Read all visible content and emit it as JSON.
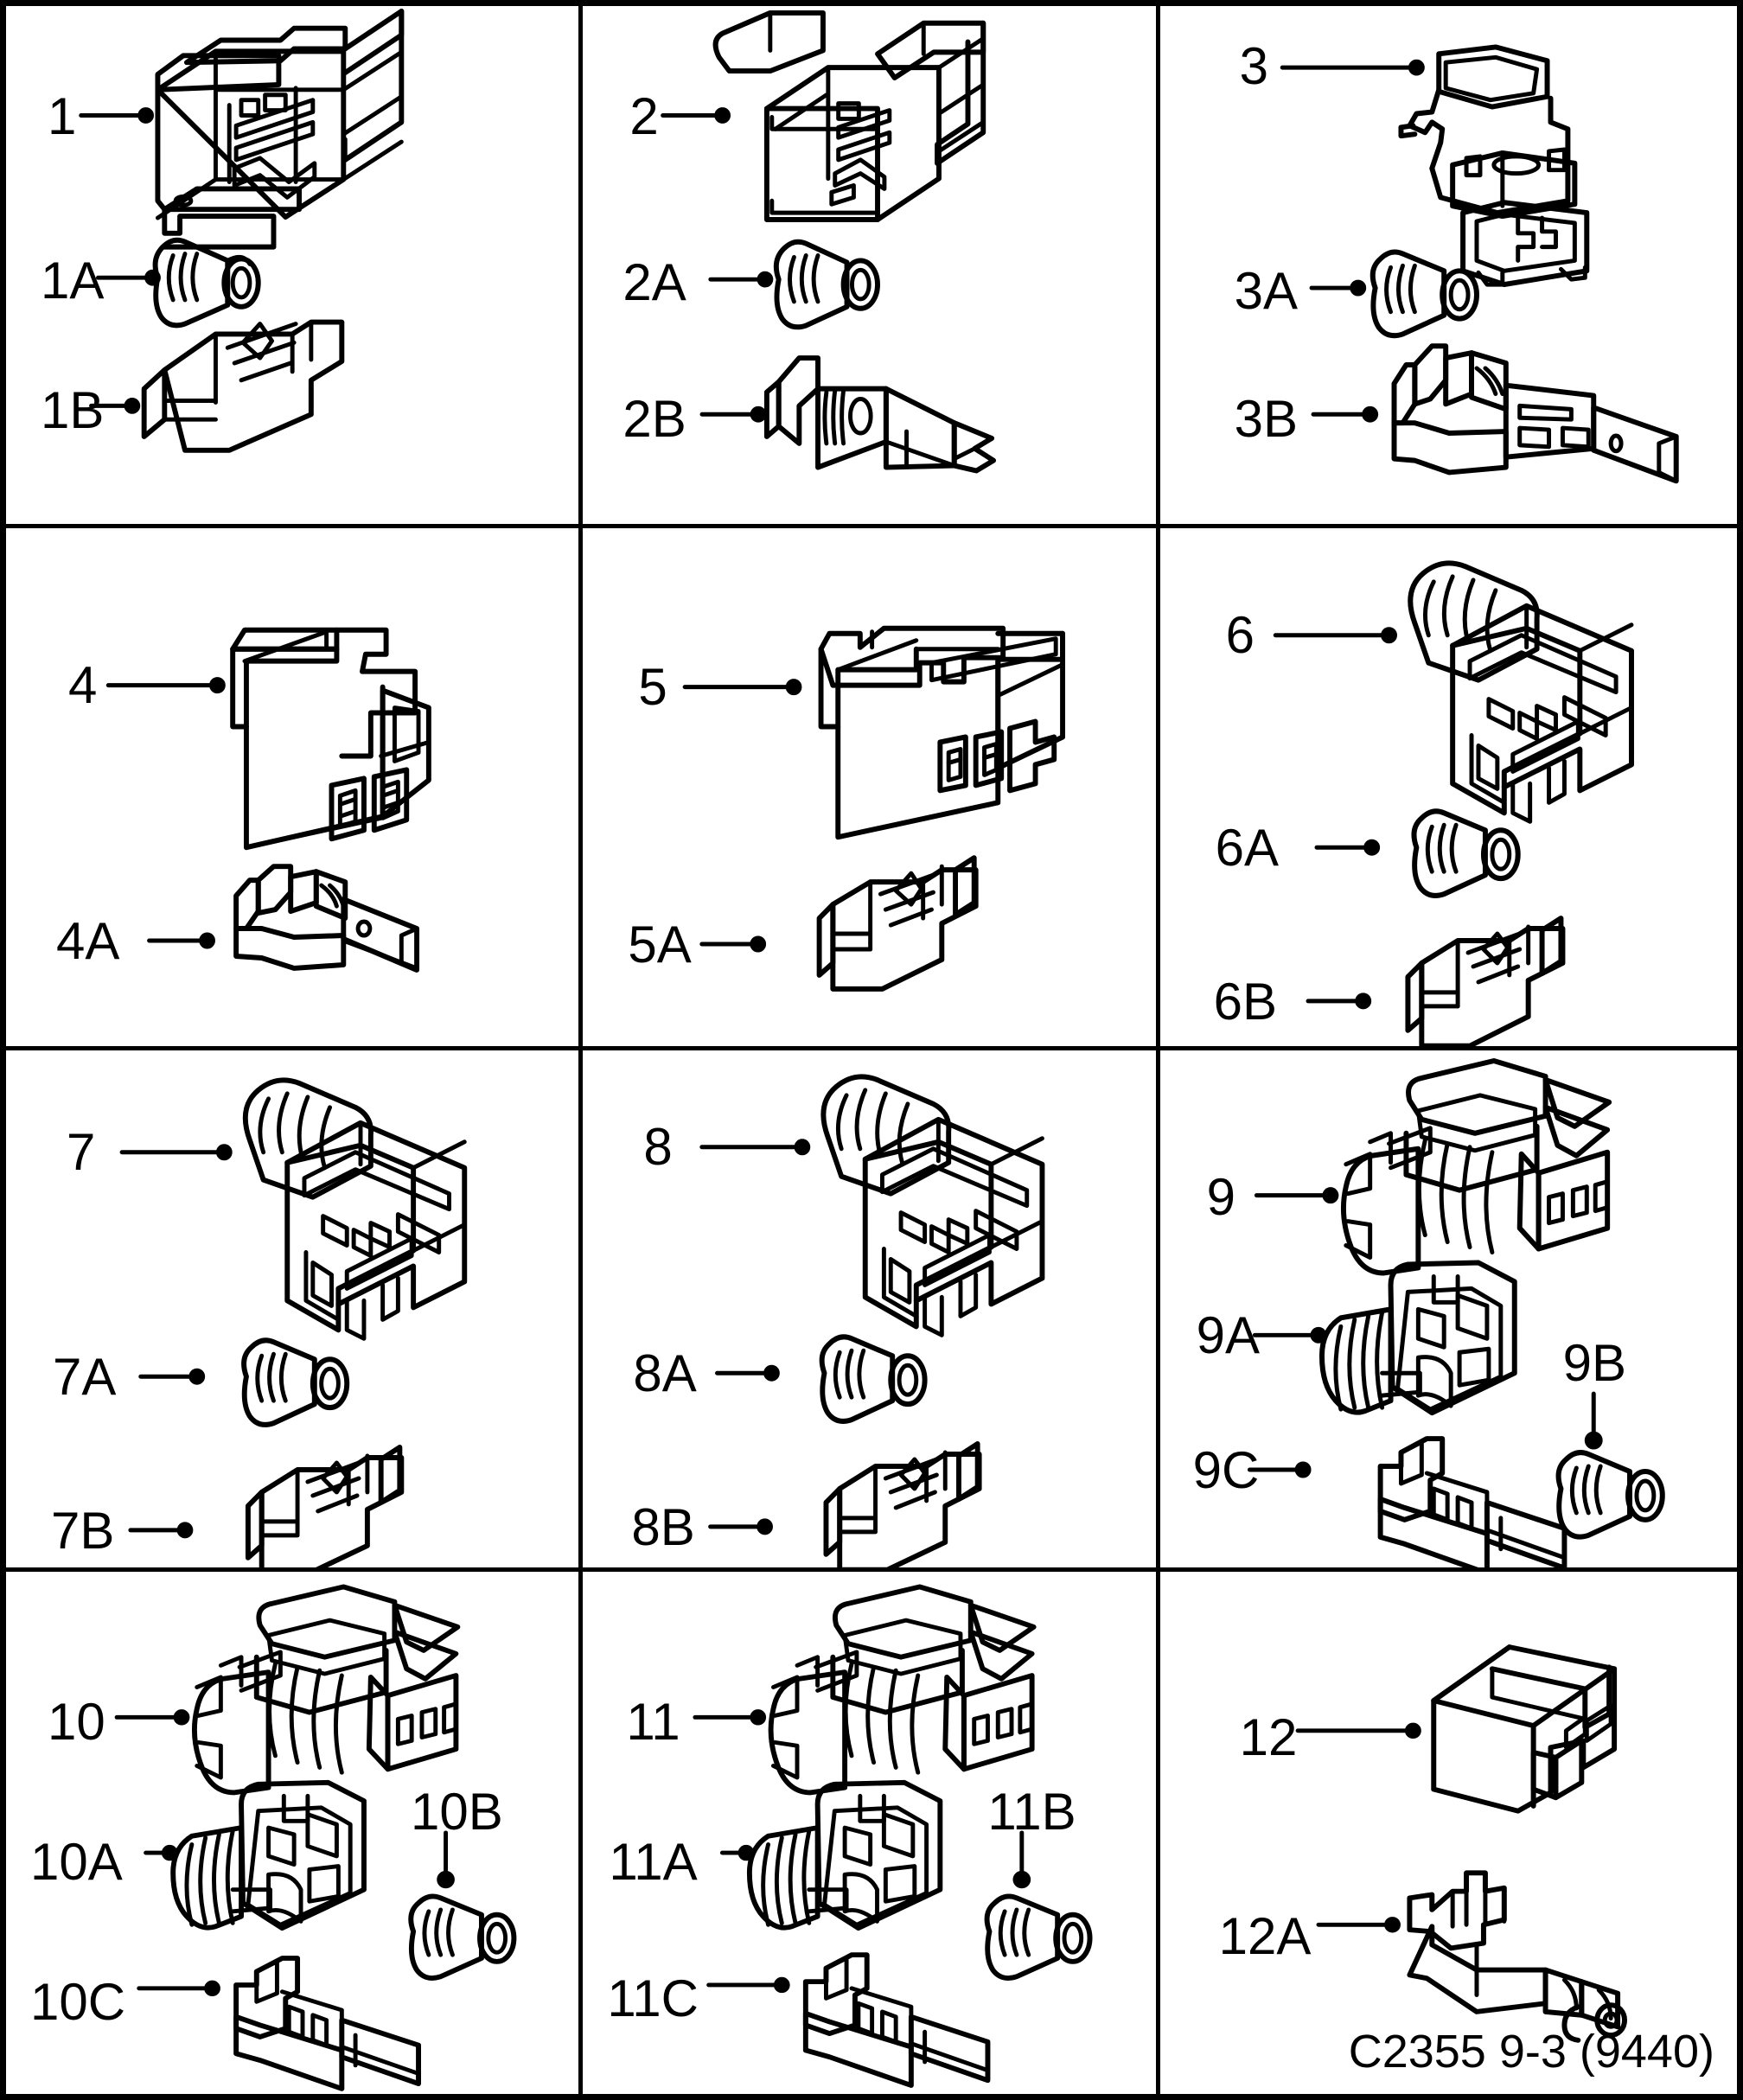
{
  "document": {
    "type": "exploded-parts-diagram",
    "subject": "electrical connectors and terminals",
    "caption": "C2355 9-3 (9440)"
  },
  "panels": [
    {
      "id": "panel-1",
      "row": 1,
      "col": 1,
      "items": [
        {
          "label": "1",
          "name": "connector-housing-multi-way",
          "leader": "horizontal"
        },
        {
          "label": "1A",
          "name": "cable-seal-grommet",
          "leader": "horizontal"
        },
        {
          "label": "1B",
          "name": "terminal-contact",
          "leader": "horizontal"
        }
      ]
    },
    {
      "id": "panel-2",
      "row": 1,
      "col": 2,
      "items": [
        {
          "label": "2",
          "name": "connector-housing-multi-way",
          "leader": "horizontal"
        },
        {
          "label": "2A",
          "name": "cable-seal-grommet",
          "leader": "horizontal"
        },
        {
          "label": "2B",
          "name": "terminal-blade-contact",
          "leader": "horizontal"
        }
      ]
    },
    {
      "id": "panel-3",
      "row": 1,
      "col": 3,
      "items": [
        {
          "label": "3",
          "name": "connector-housing-2-way",
          "leader": "horizontal"
        },
        {
          "label": "3A",
          "name": "cable-seal-grommet",
          "leader": "horizontal"
        },
        {
          "label": "3B",
          "name": "terminal-flat-contact",
          "leader": "horizontal"
        }
      ]
    },
    {
      "id": "panel-4",
      "row": 2,
      "col": 1,
      "items": [
        {
          "label": "4",
          "name": "connector-housing-2-way",
          "leader": "horizontal"
        },
        {
          "label": "4A",
          "name": "terminal-small-contact",
          "leader": "horizontal"
        }
      ]
    },
    {
      "id": "panel-5",
      "row": 2,
      "col": 2,
      "items": [
        {
          "label": "5",
          "name": "connector-housing-3-way",
          "leader": "horizontal"
        },
        {
          "label": "5A",
          "name": "terminal-contact",
          "leader": "horizontal"
        }
      ]
    },
    {
      "id": "panel-6",
      "row": 2,
      "col": 3,
      "items": [
        {
          "label": "6",
          "name": "connector-housing-sealed-2-way",
          "leader": "horizontal"
        },
        {
          "label": "6A",
          "name": "cable-seal-grommet",
          "leader": "horizontal"
        },
        {
          "label": "6B",
          "name": "terminal-contact",
          "leader": "horizontal"
        }
      ]
    },
    {
      "id": "panel-7",
      "row": 3,
      "col": 1,
      "items": [
        {
          "label": "7",
          "name": "connector-housing-sealed-2-way",
          "leader": "horizontal"
        },
        {
          "label": "7A",
          "name": "cable-seal-grommet",
          "leader": "horizontal"
        },
        {
          "label": "7B",
          "name": "terminal-contact",
          "leader": "horizontal"
        }
      ]
    },
    {
      "id": "panel-8",
      "row": 3,
      "col": 2,
      "items": [
        {
          "label": "8",
          "name": "connector-housing-sealed-2-way",
          "leader": "horizontal"
        },
        {
          "label": "8A",
          "name": "cable-seal-grommet",
          "leader": "horizontal"
        },
        {
          "label": "8B",
          "name": "terminal-contact",
          "leader": "horizontal"
        }
      ]
    },
    {
      "id": "panel-9",
      "row": 3,
      "col": 3,
      "items": [
        {
          "label": "9",
          "name": "connector-housing-ribbed-3-way",
          "leader": "horizontal"
        },
        {
          "label": "9A",
          "name": "connector-body-with-seal",
          "leader": "horizontal"
        },
        {
          "label": "9B",
          "name": "cable-seal-grommet",
          "leader": "vertical"
        },
        {
          "label": "9C",
          "name": "terminal-contact",
          "leader": "horizontal"
        }
      ]
    },
    {
      "id": "panel-10",
      "row": 4,
      "col": 1,
      "items": [
        {
          "label": "10",
          "name": "connector-housing-ribbed-3-way",
          "leader": "horizontal"
        },
        {
          "label": "10A",
          "name": "connector-body-with-seal",
          "leader": "horizontal"
        },
        {
          "label": "10B",
          "name": "cable-seal-grommet",
          "leader": "vertical"
        },
        {
          "label": "10C",
          "name": "terminal-contact",
          "leader": "horizontal"
        }
      ]
    },
    {
      "id": "panel-11",
      "row": 4,
      "col": 2,
      "items": [
        {
          "label": "11",
          "name": "connector-housing-ribbed-3-way",
          "leader": "horizontal"
        },
        {
          "label": "11A",
          "name": "connector-body-with-seal",
          "leader": "horizontal"
        },
        {
          "label": "11B",
          "name": "cable-seal-grommet",
          "leader": "vertical"
        },
        {
          "label": "11C",
          "name": "terminal-contact",
          "leader": "horizontal"
        }
      ]
    },
    {
      "id": "panel-12",
      "row": 4,
      "col": 3,
      "items": [
        {
          "label": "12",
          "name": "connector-cover-cap",
          "leader": "horizontal"
        },
        {
          "label": "12A",
          "name": "terminal-flat-contact",
          "leader": "horizontal"
        }
      ]
    }
  ],
  "colors": {
    "ink": "#000000",
    "paper": "#ffffff"
  }
}
